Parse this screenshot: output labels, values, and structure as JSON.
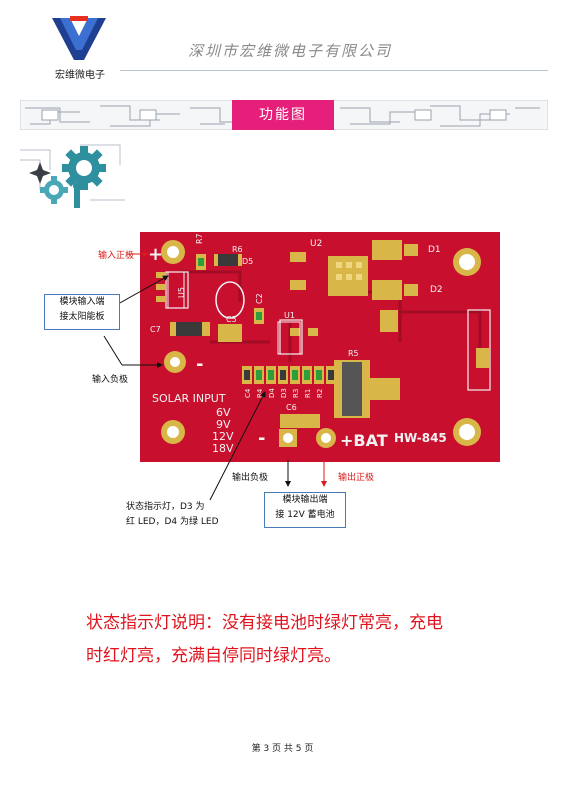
{
  "header": {
    "logo_caption": "宏维微电子",
    "company": "深圳市宏维微电子有限公司"
  },
  "section": {
    "title": "功能图"
  },
  "board": {
    "silk_solar_input": "SOLAR INPUT",
    "silk_voltages": [
      "6V",
      "9V",
      "12V",
      "18V"
    ],
    "silk_model": "HW-845",
    "silk_bat": "+BAT",
    "silk_minus_in": "-",
    "silk_plus_in": "+",
    "silk_minus_out": "-",
    "components": [
      "U2",
      "D1",
      "D2",
      "R7",
      "R6",
      "D5",
      "U5",
      "C2",
      "C5",
      "U1",
      "C7",
      "R5",
      "C6",
      "C4",
      "R4",
      "D4",
      "D3",
      "R3",
      "R1",
      "R2"
    ],
    "color_pcb": "#c8102e"
  },
  "annotations": {
    "input_positive": "输入正极",
    "input_negative": "输入负极",
    "module_input_line1": "模块输入端",
    "module_input_line2": "接太阳能板",
    "output_negative": "输出负极",
    "output_positive": "输出正极",
    "module_output_line1": "模块输出端",
    "module_output_line2": "接 12V 蓄电池",
    "status_line1": "状态指示灯，D3 为",
    "status_line2": "红 LED，D4 为绿 LED"
  },
  "note": {
    "line1": "状态指示灯说明：没有接电池时绿灯常亮，充电",
    "line2": "时红灯亮，充满自停同时绿灯亮。"
  },
  "footer": {
    "page_text": "第 3 页 共 5 页"
  }
}
